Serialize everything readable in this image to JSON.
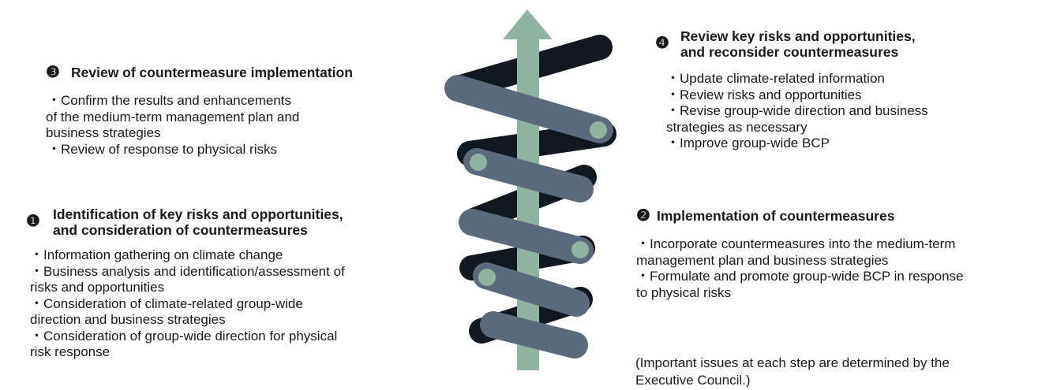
{
  "colors": {
    "arrow": "#8fb3a0",
    "band_front": "#5b6a7a",
    "band_back": "#111820",
    "dot": "#8fb3a0"
  },
  "step3": {
    "num": "❸",
    "title": "Review of countermeasure implementation",
    "items": [
      "・Confirm the results and enhancements",
      "of the medium-term management plan and",
      "business strategies",
      "・Review of response to physical risks"
    ]
  },
  "step1": {
    "num": "❶",
    "title_lines": [
      "Identification of key risks and opportunities,",
      "and consideration of countermeasures"
    ],
    "items": [
      "・Information gathering on climate change",
      "・Business analysis and identification/assessment of",
      "risks and opportunities",
      "・Consideration of climate-related group-wide",
      "direction and business strategies",
      "・Consideration of group-wide direction for physical",
      "risk response"
    ]
  },
  "step4": {
    "num": "❹",
    "title_lines": [
      "Review key risks and opportunities,",
      "and reconsider countermeasures"
    ],
    "items": [
      "・Update climate-related information",
      "・Review risks and opportunities",
      "・Revise group-wide direction and business",
      "strategies as necessary",
      "・Improve group-wide BCP"
    ]
  },
  "step2": {
    "num": "❷",
    "title": "Implementation of countermeasures",
    "items": [
      "・Incorporate countermeasures into the medium-term",
      "management plan and business strategies",
      "・Formulate and promote group-wide BCP in response",
      "to physical risks"
    ]
  },
  "note_lines": [
    "(Important issues at each step are determined by the",
    "Executive Council.)"
  ]
}
